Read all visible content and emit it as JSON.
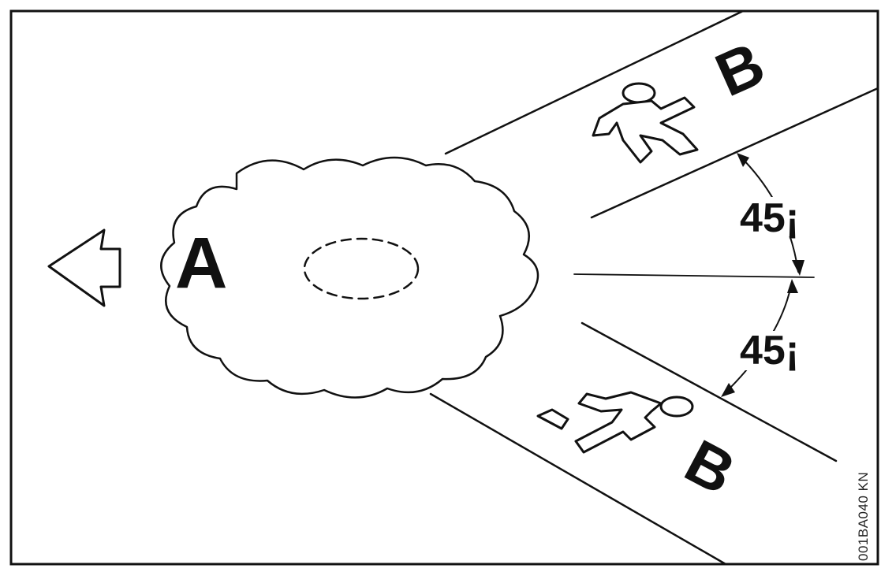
{
  "labels": {
    "spray_zone": "A",
    "walkway_upper": "B",
    "walkway_lower": "B"
  },
  "angles": {
    "upper": "45¡",
    "lower": "45¡"
  },
  "figure_code": "001BA040 KN",
  "icons": {
    "direction": "arrow-left-icon",
    "people": "walking-person-icon",
    "center": "dashed-circle"
  },
  "colors": {
    "ink": "#111111",
    "background": "#ffffff"
  }
}
